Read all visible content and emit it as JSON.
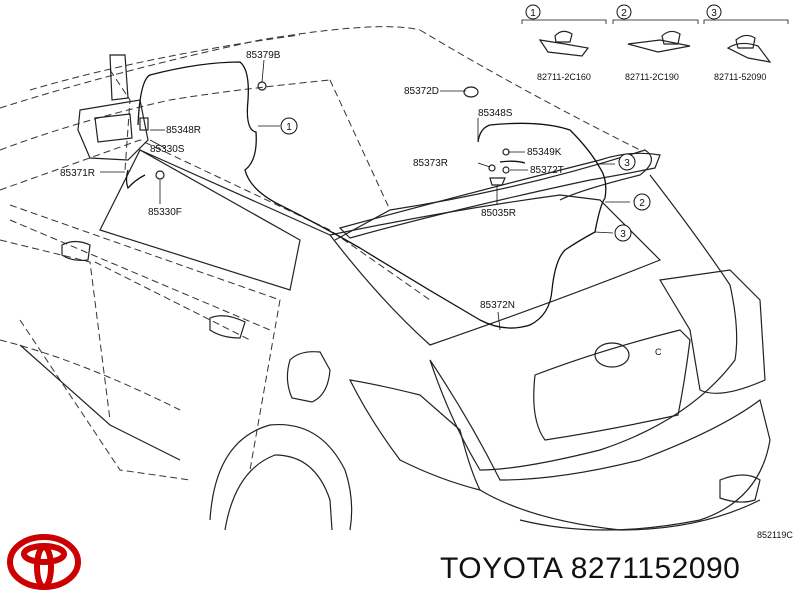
{
  "callouts": [
    {
      "num": "1",
      "part": "82711-2C160"
    },
    {
      "num": "2",
      "part": "82711-2C190"
    },
    {
      "num": "3",
      "part": "82711-52090"
    }
  ],
  "parts": {
    "p85379B": "85379B",
    "p85372D": "85372D",
    "p85348S": "85348S",
    "p85349K": "85349K",
    "p85373R": "85373R",
    "p85372T": "85372T",
    "p85035R": "85035R",
    "p85348R": "85348R",
    "p85330S": "85330S",
    "p85371R": "85371R",
    "p85330F": "85330F",
    "p85372N": "85372N"
  },
  "markers": {
    "m1": "1",
    "m2": "2",
    "m3a": "3",
    "m3b": "3"
  },
  "emblem_letter": "C",
  "diagram_code": "852119C",
  "footer_text": "TOYOTA 8271152090",
  "colors": {
    "logo": "#cc0000",
    "line": "#111111"
  },
  "icons": {
    "brand": "toyota-logo-icon"
  }
}
